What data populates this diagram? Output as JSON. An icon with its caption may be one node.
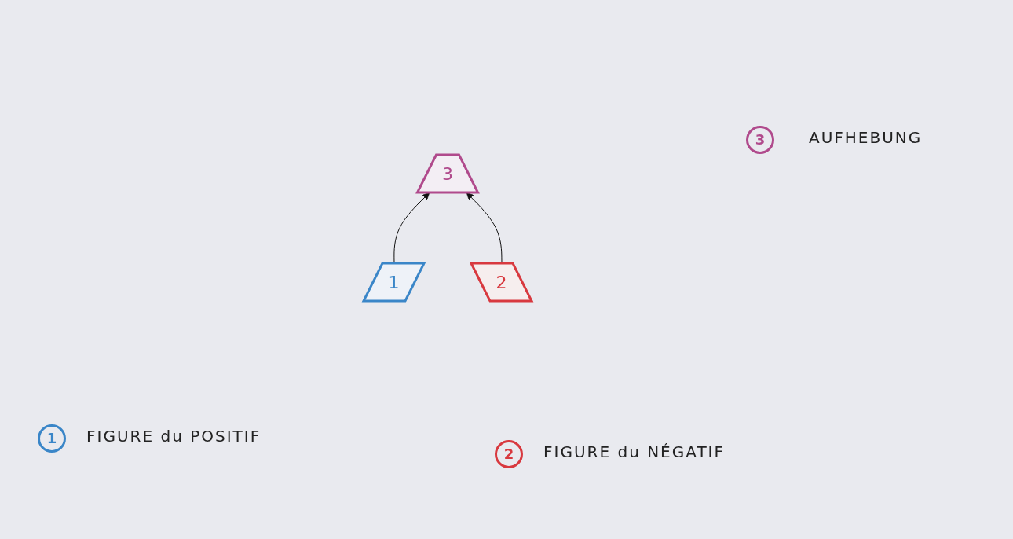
{
  "diagram": {
    "nodes": [
      {
        "text": [
          "3"
        ]
      },
      {
        "text": [
          "1"
        ]
      },
      {
        "text": [
          "2"
        ]
      }
    ],
    "edges": [
      {
        "from": 1,
        "to": 0,
        "arrow": "to"
      },
      {
        "from": 2,
        "to": 0,
        "arrow": "to"
      }
    ],
    "labels": [
      "3",
      "AUFHEBUNG",
      "1",
      "FIGURE du POSITIF",
      "2",
      "FIGURE du NÉGATIF"
    ]
  }
}
